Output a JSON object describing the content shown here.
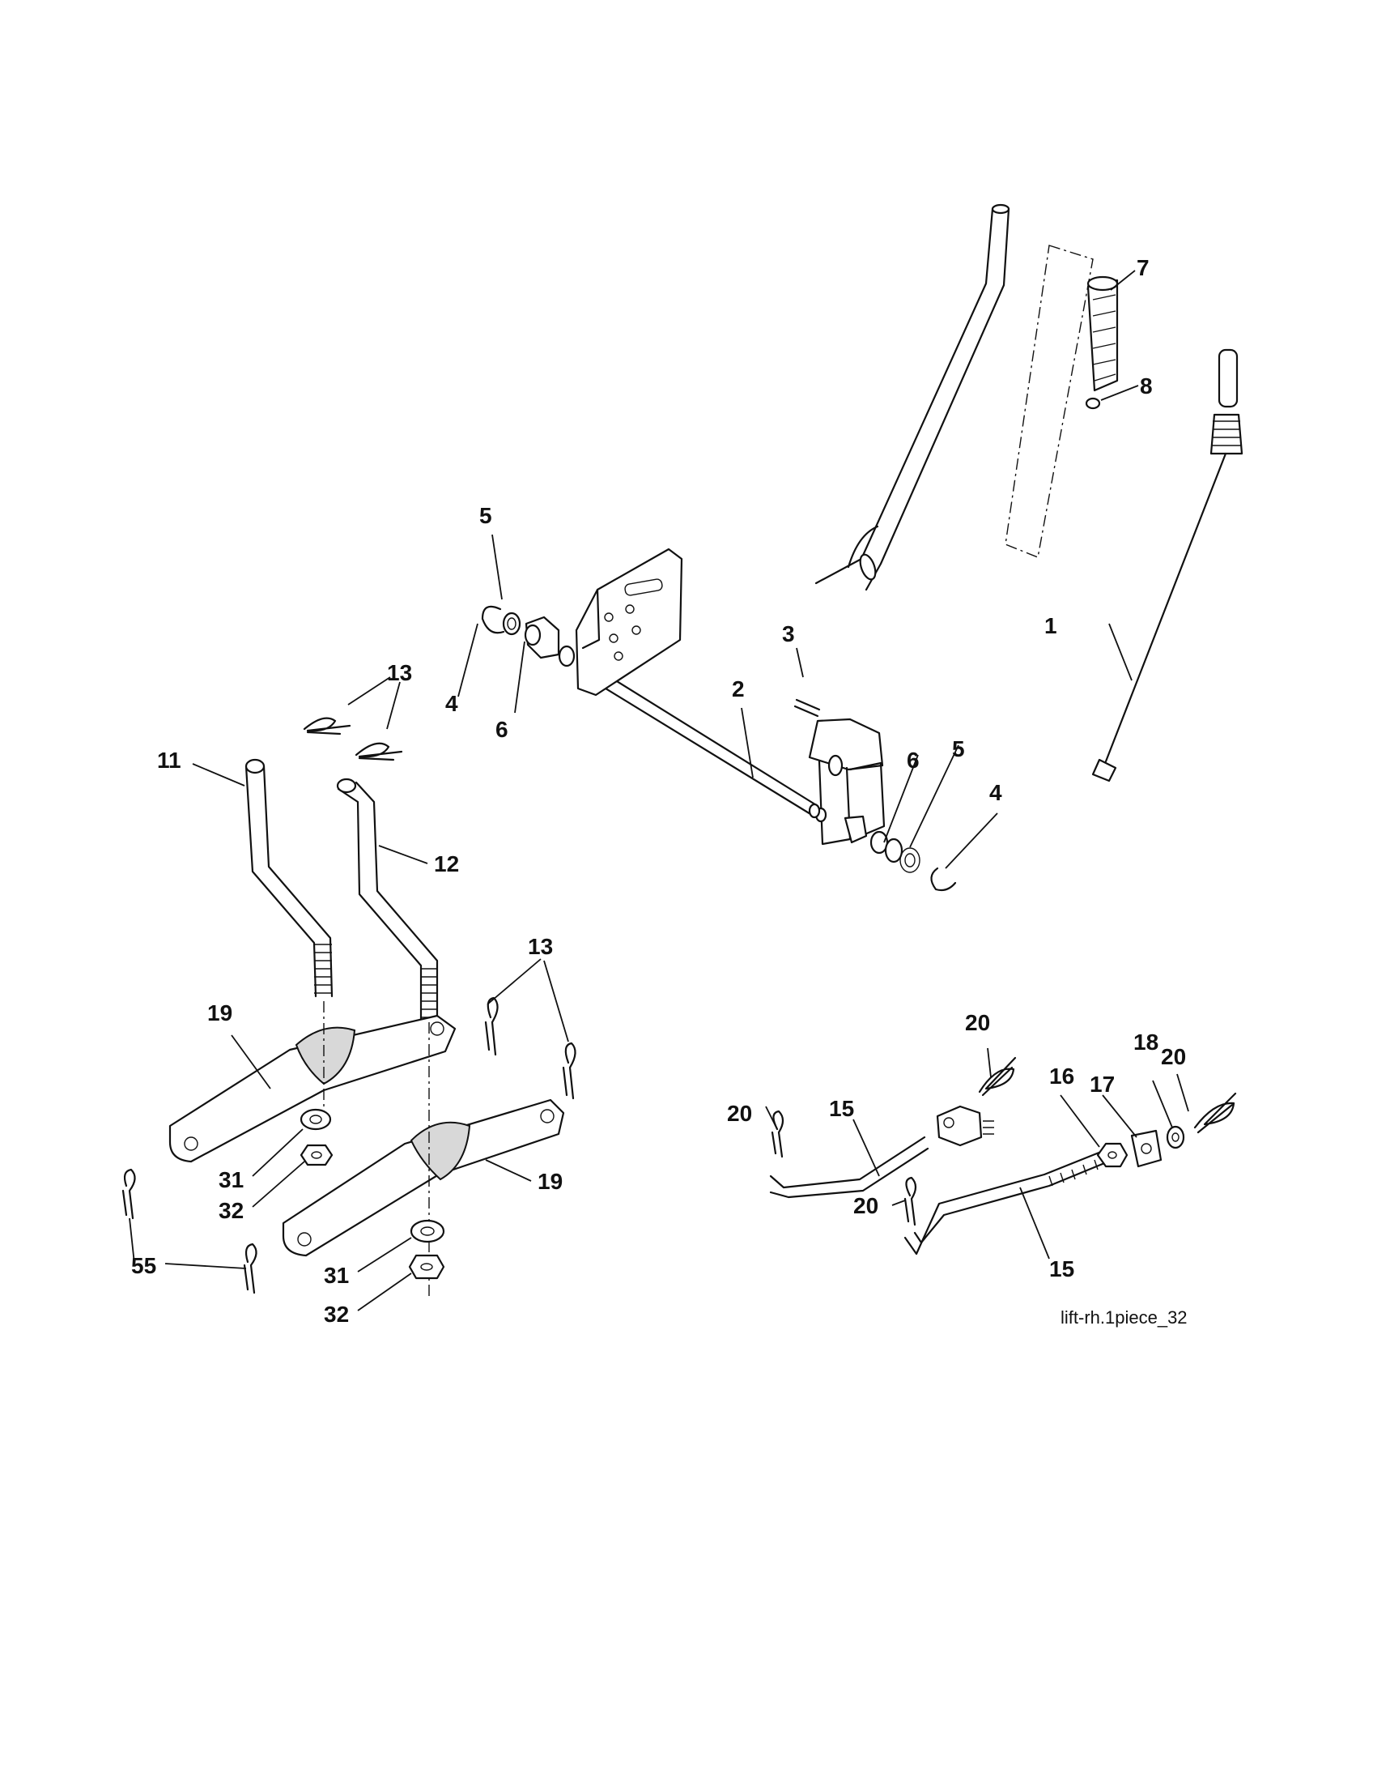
{
  "diagram": {
    "reference_code": "lift-rh.1piece_32",
    "callouts": {
      "c1": "1",
      "c2": "2",
      "c3": "3",
      "c4a": "4",
      "c4b": "4",
      "c5a": "5",
      "c5b": "5",
      "c6a": "6",
      "c6b": "6",
      "c7": "7",
      "c8": "8",
      "c11": "11",
      "c12": "12",
      "c13a": "13",
      "c13b": "13",
      "c15a": "15",
      "c15b": "15",
      "c16": "16",
      "c17": "17",
      "c18": "18",
      "c19a": "19",
      "c19b": "19",
      "c20a": "20",
      "c20b": "20",
      "c20c": "20",
      "c20d": "20",
      "c31a": "31",
      "c31b": "31",
      "c32a": "32",
      "c32b": "32",
      "c55": "55"
    }
  }
}
